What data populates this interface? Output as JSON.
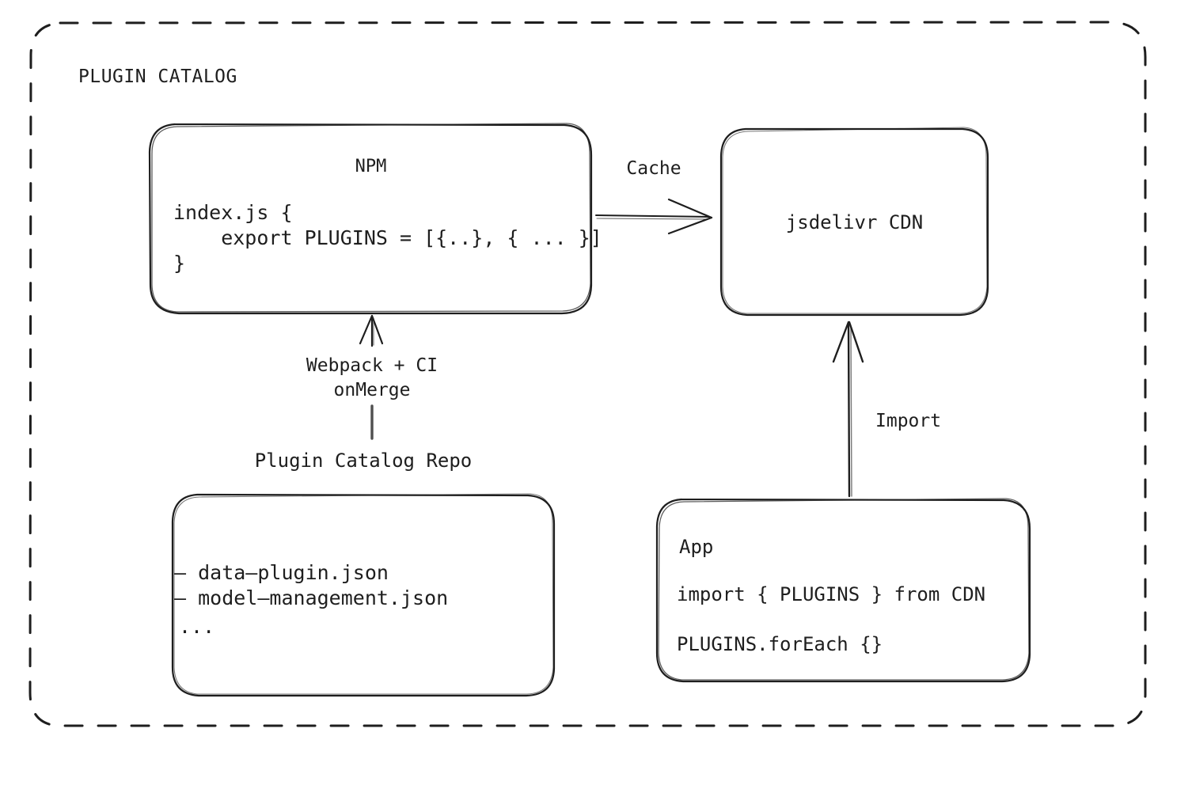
{
  "diagram": {
    "title": "PLUGIN CATALOG",
    "background": "#ffffff",
    "stroke_color": "#1e1e1e",
    "style": "hand-drawn",
    "container": {
      "label": "PLUGIN CATALOG",
      "border_style": "dashed",
      "shape": "rounded-rectangle"
    },
    "nodes": [
      {
        "id": "npm",
        "title": "NPM",
        "lines": [
          "index.js {",
          "    export PLUGINS = [{..}, { ... }]",
          "}"
        ]
      },
      {
        "id": "cdn",
        "title": "jsdelivr CDN",
        "lines": []
      },
      {
        "id": "repo",
        "outside_label": "Plugin Catalog Repo",
        "lines": [
          "– data–plugin.json",
          "– model–management.json",
          "..."
        ]
      },
      {
        "id": "app",
        "title": "App",
        "lines": [
          "import { PLUGINS } from CDN",
          "PLUGINS.forEach {}"
        ]
      }
    ],
    "edges": [
      {
        "id": "npm-to-cdn",
        "label": "Cache",
        "from": "npm",
        "to": "cdn",
        "direction": "right"
      },
      {
        "id": "repo-to-npm",
        "label_line1": "Webpack + CI",
        "label_line2": "onMerge",
        "from": "repo",
        "to": "npm",
        "direction": "up"
      },
      {
        "id": "app-to-cdn",
        "label": "Import",
        "from": "app",
        "to": "cdn",
        "direction": "up"
      }
    ]
  }
}
